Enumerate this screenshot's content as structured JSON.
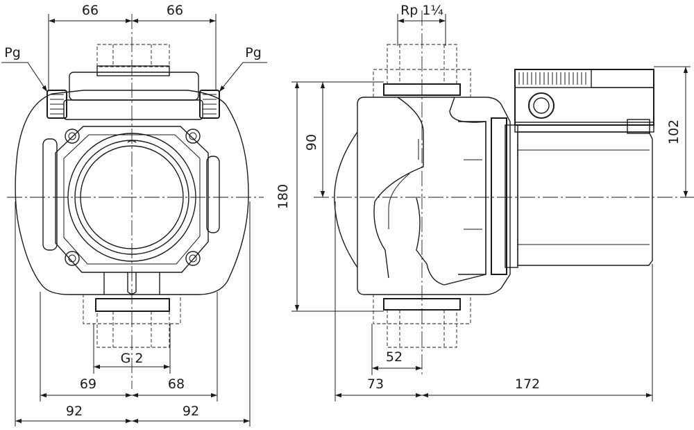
{
  "drawing": {
    "front_view": {
      "top_left": "66",
      "top_right": "66",
      "pg_left": "Pg",
      "pg_right": "Pg",
      "g_thread": "G 2",
      "bottom_inner_left": "69",
      "bottom_inner_right": "68",
      "bottom_outer_left": "92",
      "bottom_outer_right": "92"
    },
    "side_view": {
      "rp_thread": "Rp 1¼",
      "height_total": "180",
      "height_half": "90",
      "height_motor": "102",
      "flange_offset": "52",
      "depth_front": "73",
      "depth_motor": "172"
    }
  }
}
